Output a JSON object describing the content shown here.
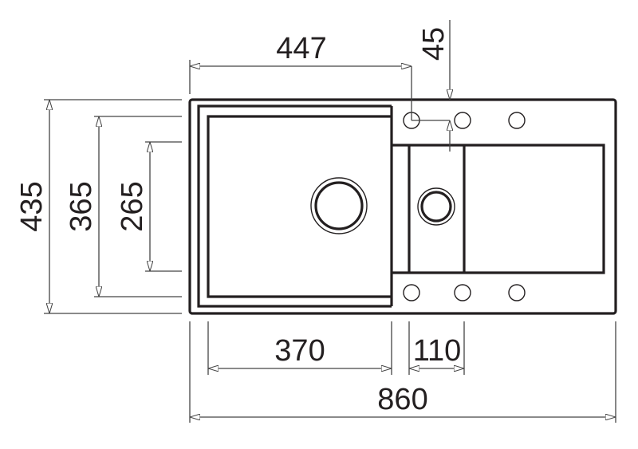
{
  "diagram": {
    "subject": "sink",
    "units": "mm",
    "line_color": "#231f20",
    "dimensions": {
      "faucet_offset_width": "447",
      "faucet_offset_depth": "45",
      "overall_depth": "435",
      "rim_depth": "365",
      "bowl_depth": "265",
      "main_bowl_width": "370",
      "small_bowl_width": "110",
      "overall_width": "860"
    }
  }
}
